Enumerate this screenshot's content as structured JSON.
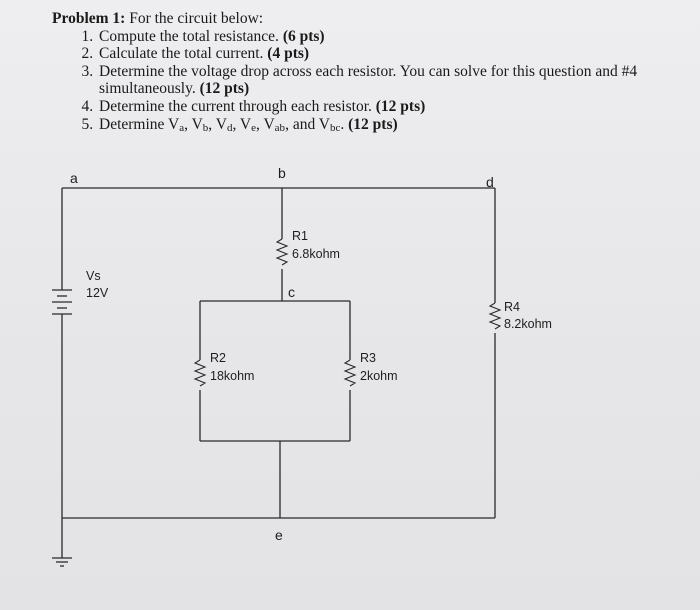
{
  "problem": {
    "heading_bold": "Problem 1:",
    "heading_rest": " For the circuit below:",
    "tasks": [
      {
        "text": "Compute the total resistance.",
        "points": "(6 pts)"
      },
      {
        "text": "Calculate the total current.",
        "points": "(4 pts)"
      },
      {
        "text": "Determine the voltage drop across each resistor. You can solve for this question and #4 simultaneously.",
        "points": "(12 pts)"
      },
      {
        "text": "Determine the current through each resistor.",
        "points": "(12 pts)"
      },
      {
        "text_parts": [
          "Determine V",
          "a",
          ", V",
          "b",
          ", V",
          "d",
          ", V",
          "e",
          ", V",
          "ab",
          ", and V",
          "bc",
          "."
        ],
        "points": "(12 pts)"
      }
    ]
  },
  "circuit": {
    "nodes": {
      "a": "a",
      "b": "b",
      "c": "c",
      "d": "d",
      "e": "e"
    },
    "source": {
      "name": "Vs",
      "value": "12V"
    },
    "resistors": [
      {
        "name": "R1",
        "value": "6.8kohm"
      },
      {
        "name": "R2",
        "value": "18kohm"
      },
      {
        "name": "R3",
        "value": "2kohm"
      },
      {
        "name": "R4",
        "value": "8.2kohm"
      }
    ]
  }
}
